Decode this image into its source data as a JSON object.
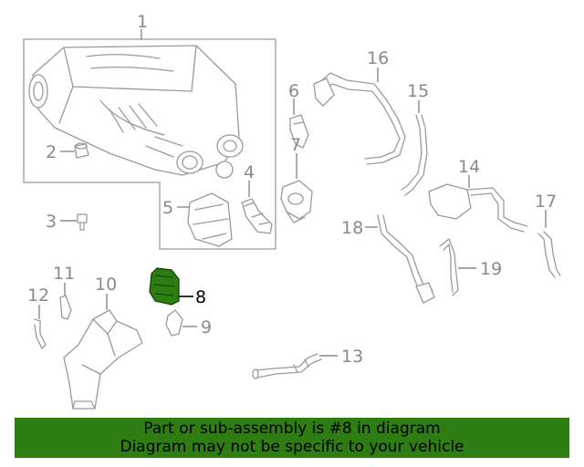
{
  "callouts": {
    "c1": "1",
    "c2": "2",
    "c3": "3",
    "c4": "4",
    "c5": "5",
    "c6": "6",
    "c7": "7",
    "c8": "8",
    "c9": "9",
    "c10": "10",
    "c11": "11",
    "c12": "12",
    "c13": "13",
    "c14": "14",
    "c15": "15",
    "c16": "16",
    "c17": "17",
    "c18": "18",
    "c19": "19"
  },
  "highlight": {
    "part_number": "8",
    "color": "#2e7d12"
  },
  "banner": {
    "line1": "Part or sub-assembly is #8 in diagram",
    "line2": "Diagram may not be specific to your vehicle",
    "background": "#2e7d12"
  }
}
